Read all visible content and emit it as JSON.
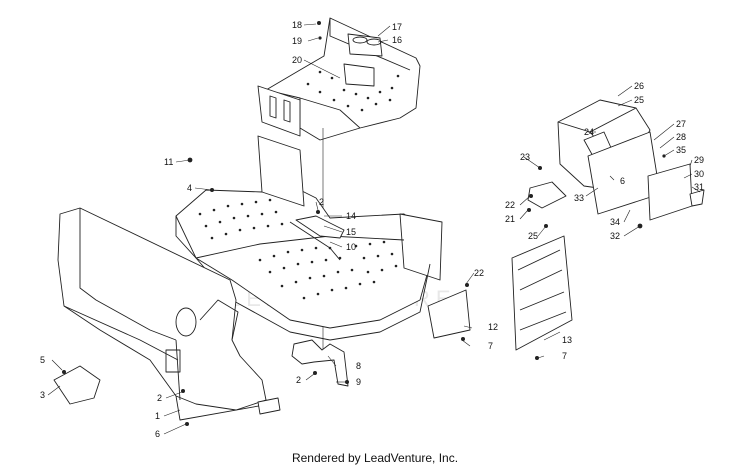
{
  "diagram": {
    "callouts": [
      {
        "id": "c1",
        "label": "1"
      },
      {
        "id": "c2a",
        "label": "2"
      },
      {
        "id": "c2b",
        "label": "2"
      },
      {
        "id": "c2c",
        "label": "2"
      },
      {
        "id": "c3",
        "label": "3"
      },
      {
        "id": "c4",
        "label": "4"
      },
      {
        "id": "c5",
        "label": "5"
      },
      {
        "id": "c6a",
        "label": "6"
      },
      {
        "id": "c6b",
        "label": "6"
      },
      {
        "id": "c7a",
        "label": "7"
      },
      {
        "id": "c7b",
        "label": "7"
      },
      {
        "id": "c8",
        "label": "8"
      },
      {
        "id": "c9",
        "label": "9"
      },
      {
        "id": "c10",
        "label": "10"
      },
      {
        "id": "c11",
        "label": "11"
      },
      {
        "id": "c12",
        "label": "12"
      },
      {
        "id": "c13",
        "label": "13"
      },
      {
        "id": "c14",
        "label": "14"
      },
      {
        "id": "c15",
        "label": "15"
      },
      {
        "id": "c16",
        "label": "16"
      },
      {
        "id": "c17",
        "label": "17"
      },
      {
        "id": "c18",
        "label": "18"
      },
      {
        "id": "c19",
        "label": "19"
      },
      {
        "id": "c20",
        "label": "20"
      },
      {
        "id": "c21",
        "label": "21"
      },
      {
        "id": "c22a",
        "label": "22"
      },
      {
        "id": "c22b",
        "label": "22"
      },
      {
        "id": "c23",
        "label": "23"
      },
      {
        "id": "c24",
        "label": "24"
      },
      {
        "id": "c25a",
        "label": "25"
      },
      {
        "id": "c25b",
        "label": "25"
      },
      {
        "id": "c26",
        "label": "26"
      },
      {
        "id": "c27",
        "label": "27"
      },
      {
        "id": "c28",
        "label": "28"
      },
      {
        "id": "c29",
        "label": "29"
      },
      {
        "id": "c30",
        "label": "30"
      },
      {
        "id": "c31",
        "label": "31"
      },
      {
        "id": "c32",
        "label": "32"
      },
      {
        "id": "c33",
        "label": "33"
      },
      {
        "id": "c34",
        "label": "34"
      },
      {
        "id": "c35",
        "label": "35"
      }
    ]
  },
  "footer": {
    "text": "Rendered by LeadVenture, Inc."
  },
  "watermark": {
    "text": "LEADVENTURE"
  }
}
